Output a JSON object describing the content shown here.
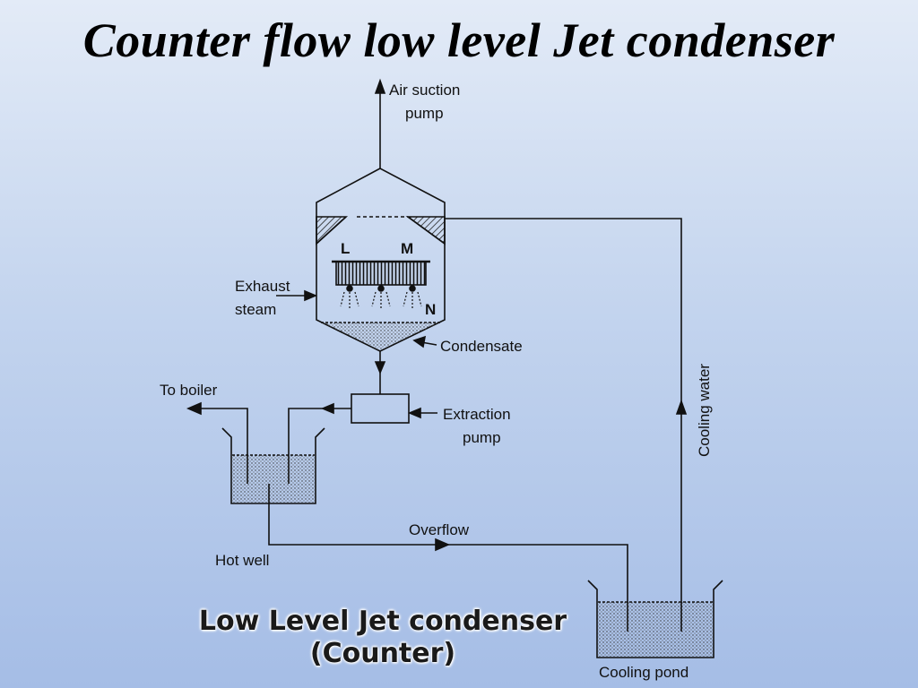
{
  "title": "Counter flow low level Jet condenser",
  "labels": {
    "air_suction_1": "Air suction",
    "air_suction_2": "pump",
    "exhaust_1": "Exhaust",
    "exhaust_2": "steam",
    "L": "L",
    "M": "M",
    "N": "N",
    "condensate": "Condensate",
    "to_boiler": "To boiler",
    "extraction_1": "Extraction",
    "extraction_2": "pump",
    "cooling_water": "Cooling water",
    "overflow": "Overflow",
    "hot_well": "Hot well",
    "cooling_pond": "Cooling pond"
  },
  "caption": {
    "line1": "Low Level Jet condenser",
    "line2": "(Counter)"
  }
}
